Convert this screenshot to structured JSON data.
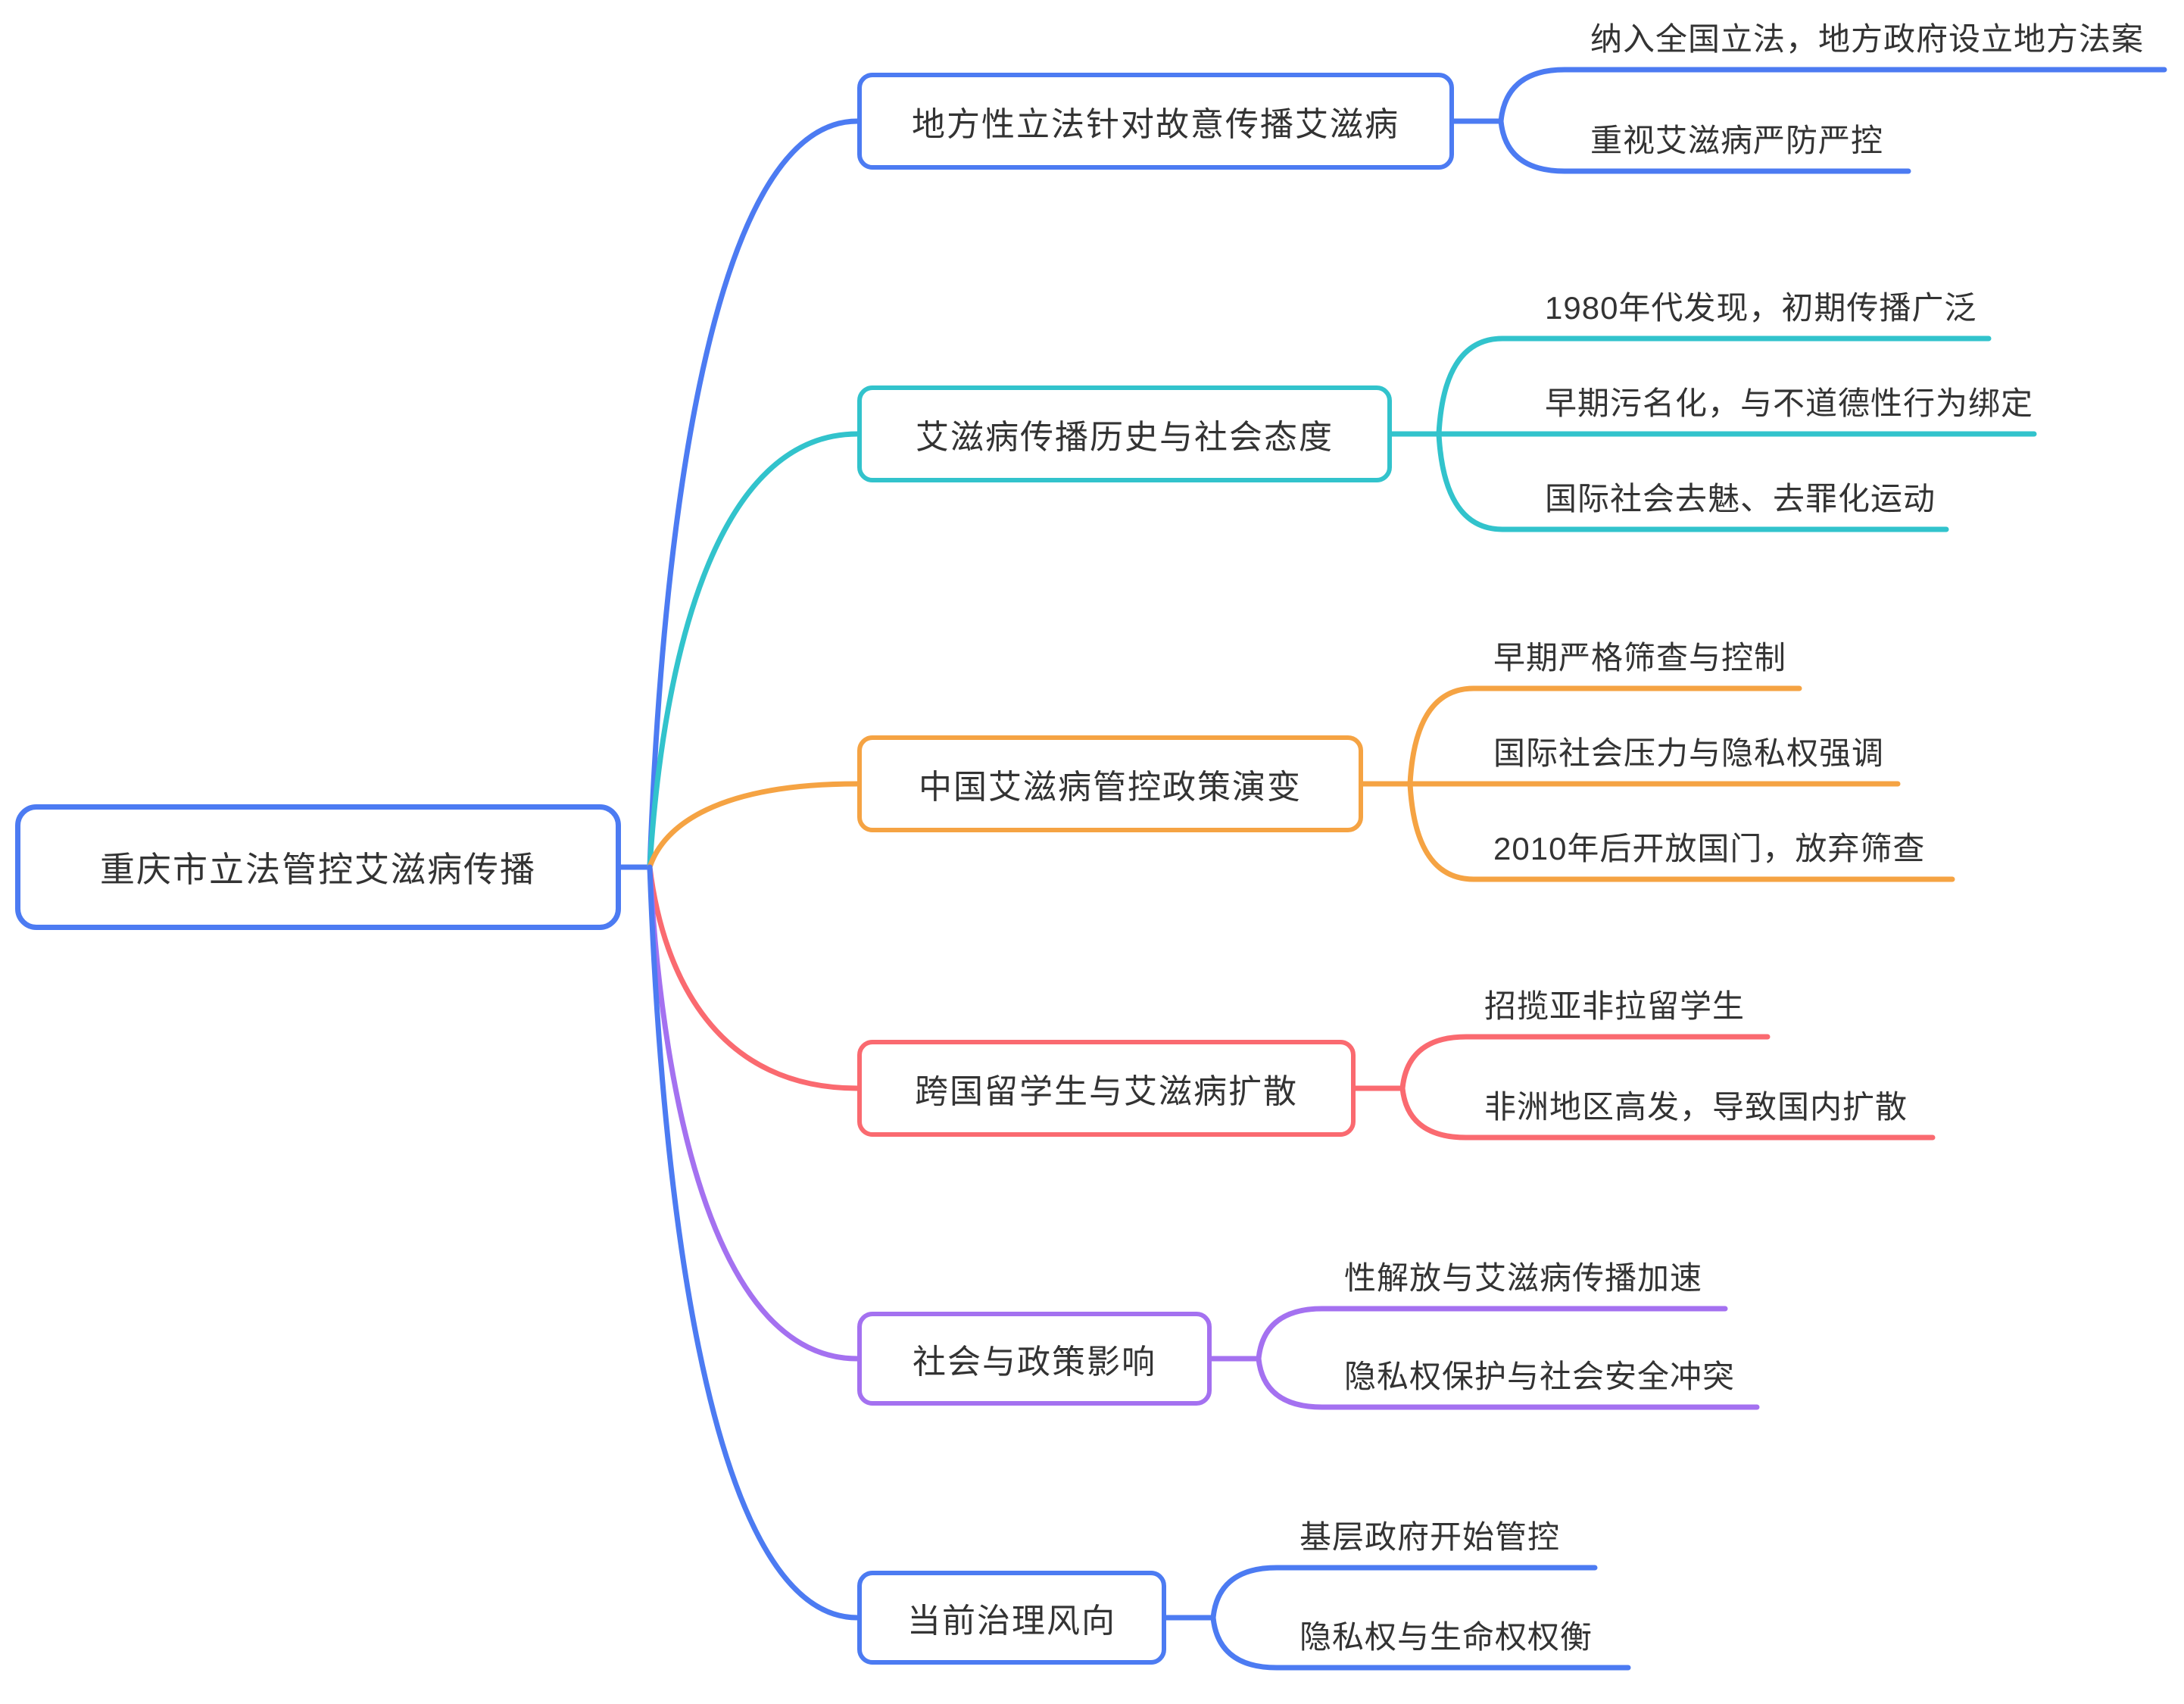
{
  "root": {
    "label": "重庆市立法管控艾滋病传播",
    "color": "#4C7BF2",
    "text_color": "#333333"
  },
  "background_color": "#FFFFFF",
  "branches": [
    {
      "label": "地方性立法针对故意传播艾滋病",
      "color": "#4C7BF2",
      "children": [
        "纳入全国立法，地方政府设立地方法案",
        "重视艾滋病严防严控"
      ]
    },
    {
      "label": "艾滋病传播历史与社会态度",
      "color": "#32C3CC",
      "children": [
        "1980年代发现，初期传播广泛",
        "早期污名化，与不道德性行为绑定",
        "国际社会去魅、去罪化运动"
      ]
    },
    {
      "label": "中国艾滋病管控政策演变",
      "color": "#F5A343",
      "children": [
        "早期严格筛查与控制",
        "国际社会压力与隐私权强调",
        "2010年后开放国门，放弃筛查"
      ]
    },
    {
      "label": "跨国留学生与艾滋病扩散",
      "color": "#FA6A70",
      "children": [
        "招揽亚非拉留学生",
        "非洲地区高发，导致国内扩散"
      ]
    },
    {
      "label": "社会与政策影响",
      "color": "#A471F0",
      "children": [
        "性解放与艾滋病传播加速",
        "隐私权保护与社会安全冲突"
      ]
    },
    {
      "label": "当前治理风向",
      "color": "#4C7BF2",
      "children": [
        "基层政府开始管控",
        "隐私权与生命权权衡"
      ]
    }
  ]
}
